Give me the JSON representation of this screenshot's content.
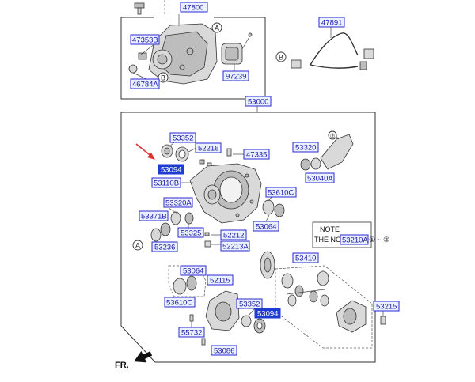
{
  "parts": {
    "p47800": "47800",
    "p47353B": "47353B",
    "p46784A": "46784A",
    "p97239": "97239",
    "p47891": "47891",
    "p53000": "53000",
    "p53352a": "53352",
    "p52216": "52216",
    "p47335": "47335",
    "p53320": "53320",
    "p53094a": "53094",
    "p53110B": "53110B",
    "p53040A": "53040A",
    "p53320A": "53320A",
    "p53610Ca": "53610C",
    "p53371B": "53371B",
    "p53064a": "53064",
    "p53325": "53325",
    "p52212": "52212",
    "p53236": "53236",
    "p52213A": "52213A",
    "p53410": "53410",
    "p53064b": "53064",
    "p52115": "52115",
    "p53610Cb": "53610C",
    "p53352b": "53352",
    "p53094b": "53094",
    "p53215": "53215",
    "p55732": "55732",
    "p53086": "53086"
  },
  "callouts": {
    "a": "A",
    "b": "B",
    "n1": "①",
    "n2": "②"
  },
  "note": {
    "title": "NOTE",
    "prefix": "THE NO",
    "ref": "53210A",
    "range_mid": "~"
  },
  "direction": {
    "label": "FR."
  },
  "colors": {
    "label_fill": "#eaf0ff",
    "label_border": "#2a2ad0",
    "label_text": "#1a1aa8",
    "highlight": "#1f3bd6",
    "arrow": "#e03030"
  }
}
